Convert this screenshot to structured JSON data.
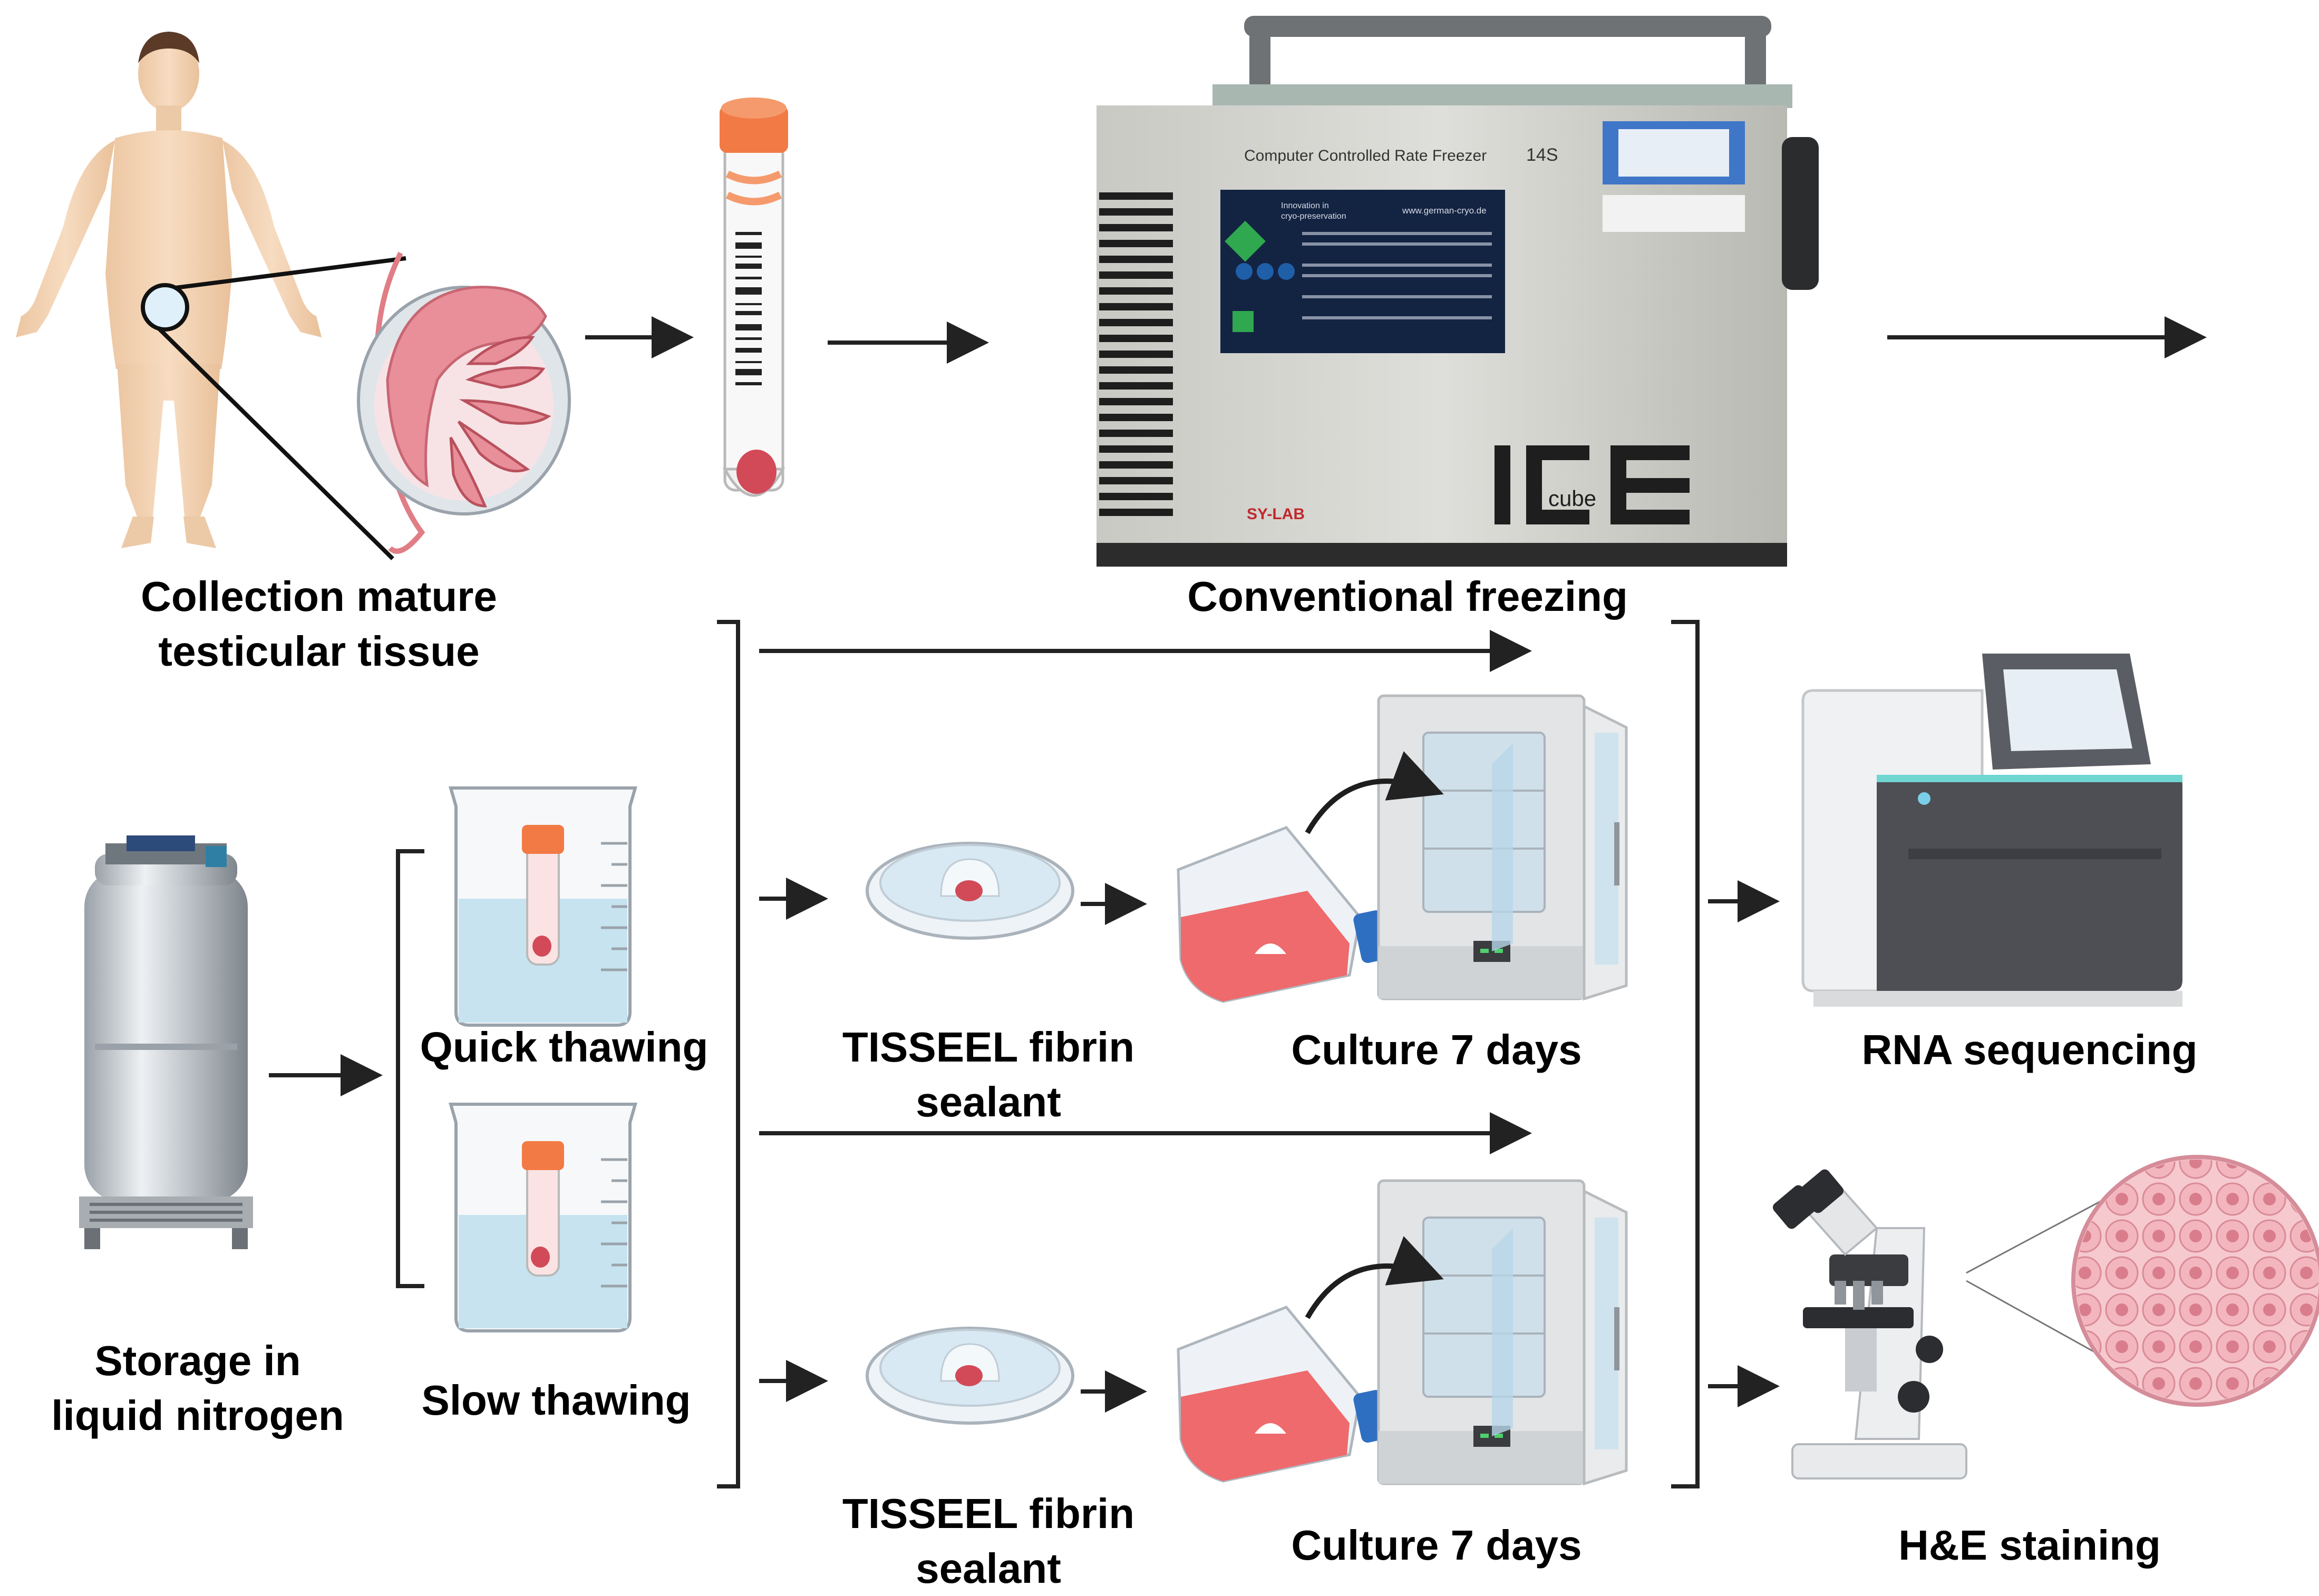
{
  "labels": {
    "collection": [
      "Collection mature",
      "testicular tissue"
    ],
    "conventional_freezing": "Conventional freezing",
    "storage": [
      "Storage in",
      "liquid nitrogen"
    ],
    "quick_thawing": "Quick thawing",
    "slow_thawing": "Slow thawing",
    "fibrin_top": [
      "TISSEEL fibrin",
      "sealant"
    ],
    "fibrin_bottom": [
      "TISSEEL fibrin",
      "sealant"
    ],
    "culture_top": "Culture 7 days",
    "culture_bottom": "Culture 7 days",
    "rna": "RNA sequencing",
    "he": "H&E staining"
  },
  "freezer": {
    "header": "Computer  Controlled Rate Freezer",
    "model": "14S",
    "brand": "SY-LAB",
    "logo_big": "ICE",
    "logo_small": "cube",
    "panel_line1": "Innovation in",
    "panel_line2": "cryo-preservation",
    "panel_url": "www.german-cryo.de"
  },
  "colors": {
    "skin": "#f2d3b3",
    "tissue_pink": "#e88f99",
    "orange_cap": "#f27a45",
    "liquid_blue": "#c6e3ef",
    "flask_red": "#ee6a6c",
    "incubator_gray": "#e3e4e6",
    "sequencer_dark": "#4d4f55",
    "arrow": "#222222"
  },
  "icons": [
    "human-body-icon",
    "testis-icon",
    "tube-icon",
    "freezer-icon",
    "dewar-icon",
    "beaker-icon",
    "petri-dish-icon",
    "flask-icon",
    "incubator-icon",
    "sequencer-icon",
    "microscope-icon",
    "tissue-cells-icon"
  ]
}
